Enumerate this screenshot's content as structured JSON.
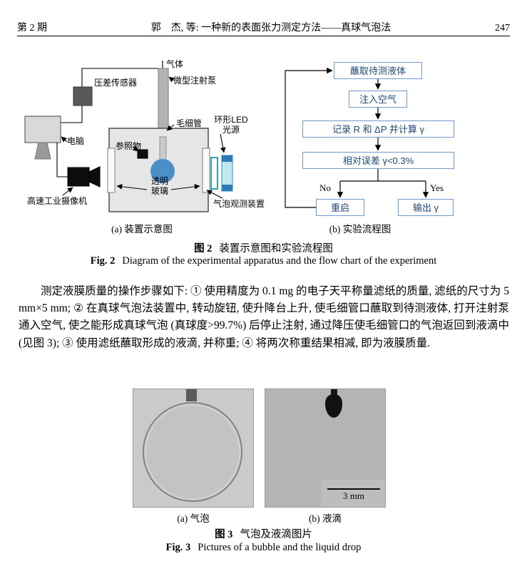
{
  "header": {
    "issue": "第 2 期",
    "title": "郭　杰, 等: 一种新的表面张力测定方法——真球气泡法",
    "page_number": "247"
  },
  "figure2": {
    "apparatus": {
      "caption": "(a) 装置示意图",
      "labels": {
        "gas": "气体",
        "syringe_pump": "微型注射泵",
        "pressure_sensor": "压差传感器",
        "capillary": "毛细管",
        "ring_led": "环形LED\n光源",
        "computer": "电脑",
        "reference": "参照物",
        "glass": "透明\n玻璃",
        "camera": "高速工业摄像机",
        "observer": "气泡观测装置"
      }
    },
    "flowchart": {
      "caption": "(b) 实验流程图",
      "steps": [
        "蘸取待测液体",
        "注入空气",
        "记录 R 和 ΔP 并计算 γ",
        "相对误差 γ<0.3%"
      ],
      "no": "No",
      "yes": "Yes",
      "restart": "重启",
      "output": "输出 γ"
    },
    "caption": {
      "label_zh": "图 2",
      "text_zh": "装置示意图和实验流程图",
      "label_en": "Fig. 2",
      "text_en": "Diagram of the experimental apparatus and the flow chart of the experiment"
    }
  },
  "body_paragraph": "测定液膜质量的操作步骤如下: ① 使用精度为 0.1 mg 的电子天平称量滤纸的质量, 滤纸的尺寸为 5 mm×5 mm; ② 在真球气泡法装置中, 转动旋钮, 使升降台上升, 使毛细管口蘸取到待测液体, 打开注射泵通入空气, 使之能形成真球气泡 (真球度>99.7%) 后停止注射, 通过降压使毛细管口的气泡返回到液滴中 (见图 3); ③ 使用滤纸蘸取形成的液滴, 并称重; ④ 将两次称重结果相减, 即为液膜质量.",
  "figure3": {
    "photo_a_caption": "(a) 气泡",
    "photo_b_caption": "(b) 液滴",
    "scale_label": "3 mm",
    "caption": {
      "label_zh": "图 3",
      "text_zh": "气泡及液滴图片",
      "label_en": "Fig. 3",
      "text_en": "Pictures of a bubble and the liquid drop"
    }
  },
  "colors": {
    "flow_accent": "#6f9bd1",
    "flow_text": "#1d4876",
    "bubble_blue": "#4a8fc7",
    "led_teal": "#2fa3ba",
    "led_blue": "#2e79b8"
  }
}
